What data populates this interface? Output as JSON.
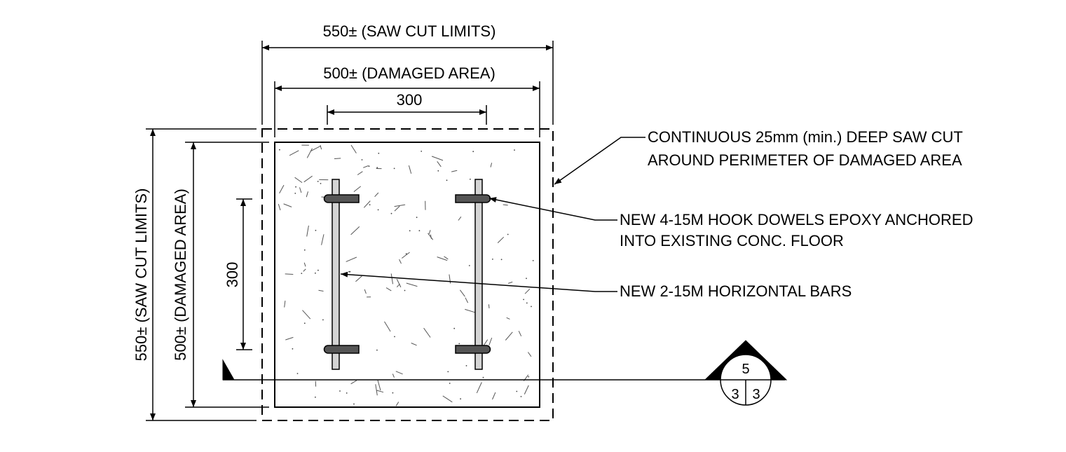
{
  "dimensions": {
    "saw_cut_width": "550± (SAW CUT LIMITS)",
    "damaged_width": "500± (DAMAGED AREA)",
    "bar_spacing_horizontal": "300",
    "saw_cut_height": "550± (SAW CUT LIMITS)",
    "damaged_height": "500± (DAMAGED AREA)",
    "bar_spacing_vertical": "300"
  },
  "notes": {
    "saw_cut_line1": "CONTINUOUS 25mm (min.) DEEP SAW CUT",
    "saw_cut_line2": "AROUND PERIMETER OF DAMAGED AREA",
    "dowels_line1": "NEW 4-15M HOOK DOWELS EPOXY ANCHORED",
    "dowels_line2": "INTO EXISTING CONC. FLOOR",
    "bars_line1": "NEW 2-15M HORIZONTAL BARS"
  },
  "section_callout": {
    "number": "5",
    "sheet_left": "3",
    "sheet_right": "3"
  },
  "colors": {
    "line": "#000000",
    "bar_fill": "#d4d4d4",
    "dowel_fill": "#555555"
  }
}
